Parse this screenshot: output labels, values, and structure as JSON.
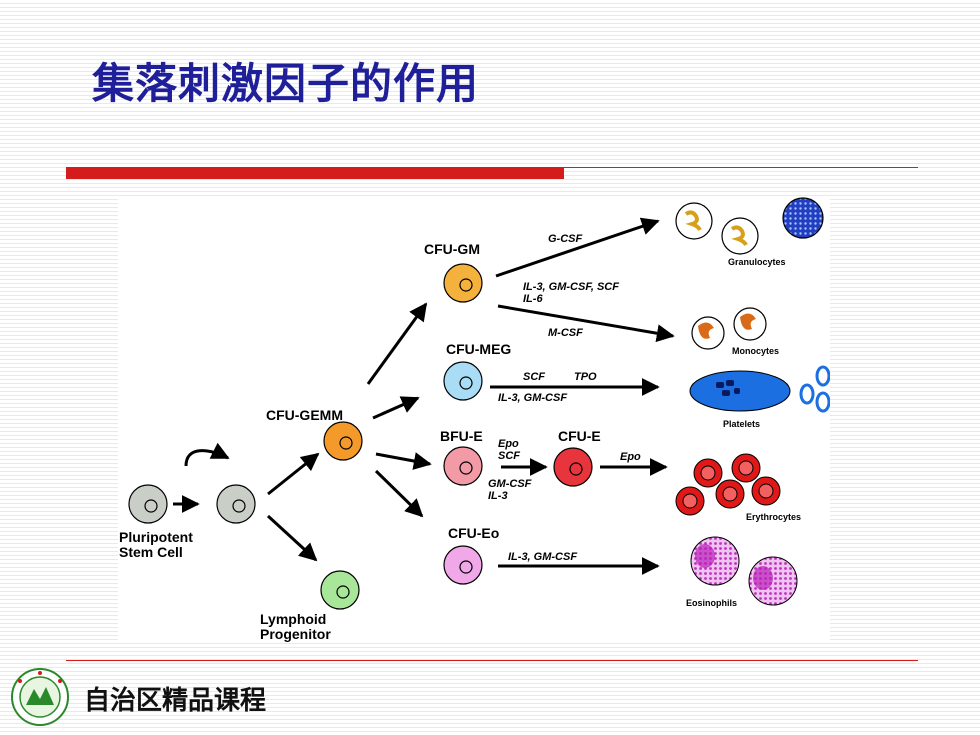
{
  "slide": {
    "title": "集落刺激因子的作用",
    "footer": "自治区精品课程"
  },
  "diagram": {
    "cells": {
      "pluripotent": "Pluripotent",
      "stem_cell": "Stem Cell",
      "lymphoid": "Lymphoid",
      "progenitor": "Progenitor",
      "cfu_gemm": "CFU-GEMM",
      "cfu_gm": "CFU-GM",
      "cfu_meg": "CFU-MEG",
      "bfu_e": "BFU-E",
      "cfu_e": "CFU-E",
      "cfu_eo": "CFU-Eo"
    },
    "factors": {
      "g_csf": "G-CSF",
      "il3_gm_scf": "IL-3, GM-CSF, SCF",
      "il6": "IL-6",
      "m_csf": "M-CSF",
      "scf_meg": "SCF",
      "tpo": "TPO",
      "il3_gm_meg": "IL-3, GM-CSF",
      "epo_bfu": "Epo",
      "scf_bfu": "SCF",
      "gm_csf_bfu": "GM-CSF",
      "il3_bfu": "IL-3",
      "epo_cfu": "Epo",
      "il3_gm_eo": "IL-3, GM-CSF"
    },
    "outputs": {
      "granulocytes": "Granulocytes",
      "monocytes": "Monocytes",
      "platelets": "Platelets",
      "erythrocytes": "Erythrocytes",
      "eosinophils": "Eosinophils"
    },
    "colors": {
      "stem": "#c9cfc7",
      "lymphoid": "#a8e69a",
      "gemm": "#f49a2a",
      "gm": "#f4b23c",
      "meg": "#a9ddf5",
      "bfu": "#f29aa6",
      "cfu_e": "#e8343c",
      "eo": "#f0a8e8",
      "platelet_blue": "#1b6fe0",
      "erythrocyte_red": "#e01818",
      "eosinophil_purple": "#c030c0",
      "title_blue": "#1f1f99",
      "accent_red": "#d41c1c"
    }
  }
}
